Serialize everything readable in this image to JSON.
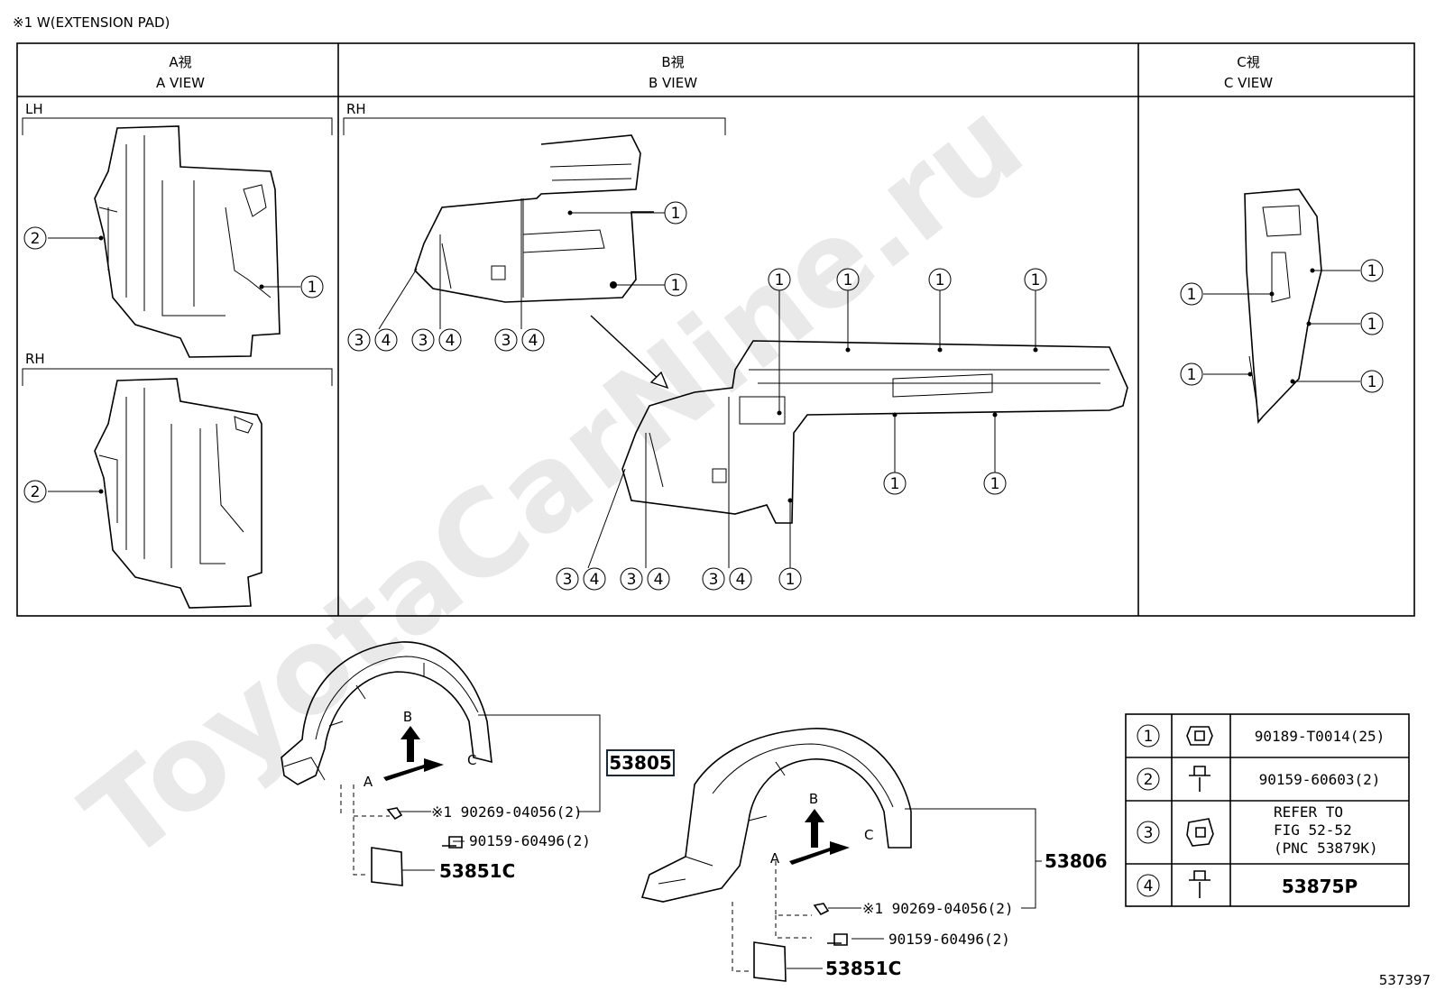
{
  "header_note": "※1 W(EXTENSION PAD)",
  "views": [
    {
      "jp": "A視",
      "en": "A VIEW"
    },
    {
      "jp": "B視",
      "en": "B VIEW"
    },
    {
      "jp": "C視",
      "en": "C VIEW"
    }
  ],
  "side_labels": {
    "a_top": "LH",
    "a_bottom": "RH",
    "b_top": "RH"
  },
  "markers": [
    "1",
    "2",
    "3",
    "4"
  ],
  "parts_lh": {
    "main": "53805",
    "clip": "※1 90269-04056(2)",
    "screw": "90159-60496(2)",
    "pad": "53851C",
    "dir_a": "A",
    "dir_b": "B",
    "dir_c": "C"
  },
  "parts_rh": {
    "main": "53806",
    "clip": "※1 90269-04056(2)",
    "screw": "90159-60496(2)",
    "pad": "53851C",
    "dir_a": "A",
    "dir_b": "B",
    "dir_c": "C"
  },
  "legend": [
    {
      "num": "1",
      "part": "90189-T0014(25)"
    },
    {
      "num": "2",
      "part": "90159-60603(2)"
    },
    {
      "num": "3",
      "part_lines": [
        "REFER TO",
        "FIG 52-52",
        "(PNC 53879K)"
      ]
    },
    {
      "num": "4",
      "part": "53875P"
    }
  ],
  "watermark": "ToyotaCarNine.ru",
  "diagram_id": "537397"
}
